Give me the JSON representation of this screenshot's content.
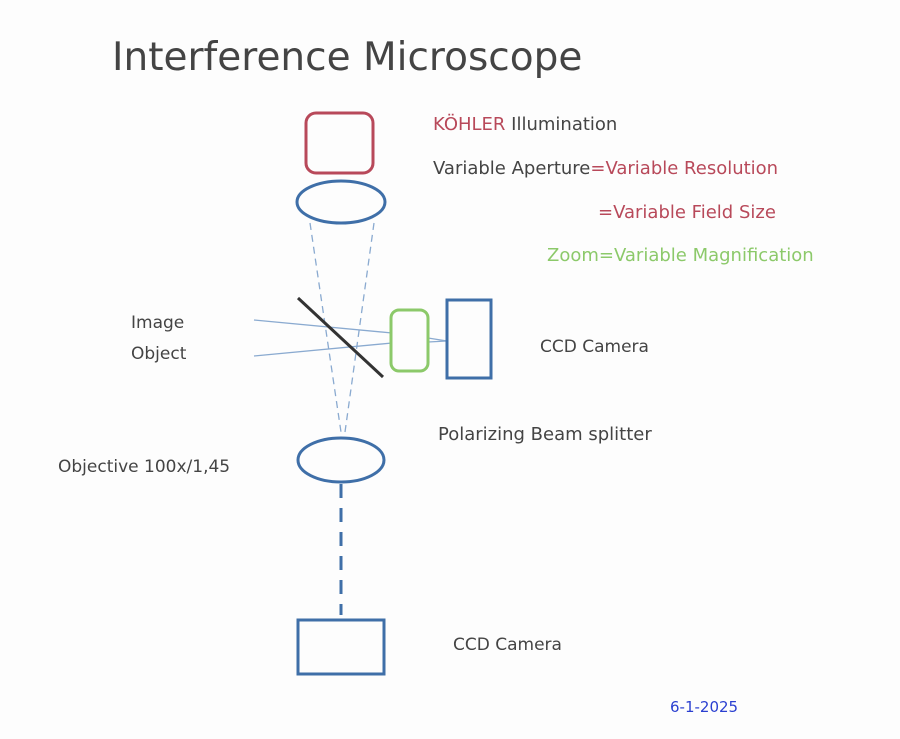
{
  "title": "Interference Microscope",
  "annotations": {
    "kohler_prefix": "KÖHLER",
    "kohler_suffix": " Illumination",
    "aperture_prefix": "Variable Aperture",
    "aperture_result": "=Variable Resolution",
    "field_size": "=Variable Field Size",
    "zoom_prefix": "Zoom",
    "zoom_result": "=Variable Magnification"
  },
  "labels": {
    "image": "Image",
    "object": "Object",
    "ccd_camera_side": "CCD Camera",
    "beam_splitter": "Polarizing Beam splitter",
    "objective": "Objective 100x/1,45",
    "ccd_camera_bottom": "CCD Camera",
    "date": "6-1-2025"
  },
  "colors": {
    "red": "#b8495a",
    "green": "#8cc96a",
    "blue": "#3f6fa8",
    "dark": "#3a3a3a",
    "date_blue": "#2a3fd0"
  }
}
